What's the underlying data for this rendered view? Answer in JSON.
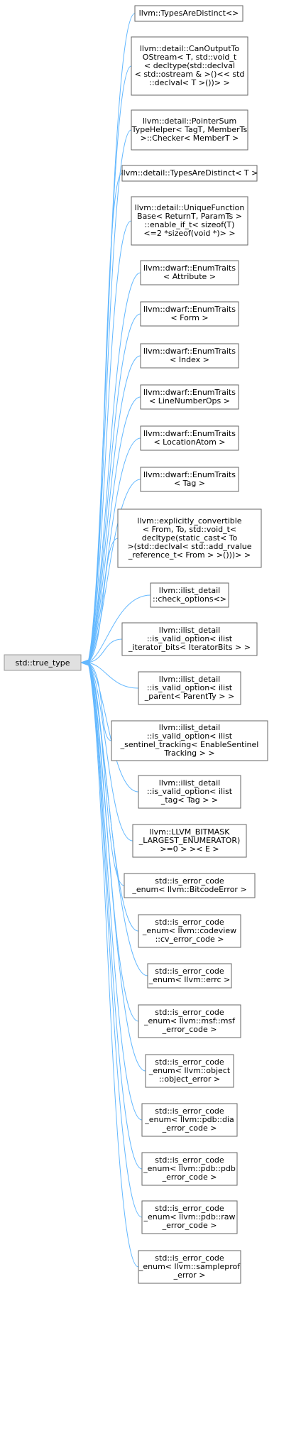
{
  "root": {
    "label": "std::true_type"
  },
  "nodes": [
    {
      "name": "types-are-distinct",
      "lines": [
        "llvm::TypesAreDistinct<>"
      ]
    },
    {
      "name": "can-output-to-ostream",
      "lines": [
        "llvm::detail::CanOutputTo",
        "OStream< T, std::void_t",
        "< decltype(std::declval",
        "< std::ostream & >()<< std",
        "::declval< T >())> >"
      ]
    },
    {
      "name": "pointer-sum-type-helper",
      "lines": [
        "llvm::detail::PointerSum",
        "TypeHelper< TagT, MemberTs",
        ">::Checker< MemberT >"
      ]
    },
    {
      "name": "types-are-distinct-t",
      "lines": [
        "llvm::detail::TypesAreDistinct< T >"
      ]
    },
    {
      "name": "unique-function-base",
      "lines": [
        "llvm::detail::UniqueFunction",
        "Base< ReturnT, ParamTs >",
        "::enable_if_t< sizeof(T)",
        "<=2 *sizeof(void *)> >"
      ]
    },
    {
      "name": "enum-traits-attribute",
      "lines": [
        "llvm::dwarf::EnumTraits",
        "< Attribute >"
      ]
    },
    {
      "name": "enum-traits-form",
      "lines": [
        "llvm::dwarf::EnumTraits",
        "< Form >"
      ]
    },
    {
      "name": "enum-traits-index",
      "lines": [
        "llvm::dwarf::EnumTraits",
        "< Index >"
      ]
    },
    {
      "name": "enum-traits-line-number-ops",
      "lines": [
        "llvm::dwarf::EnumTraits",
        "< LineNumberOps >"
      ]
    },
    {
      "name": "enum-traits-location-atom",
      "lines": [
        "llvm::dwarf::EnumTraits",
        "< LocationAtom >"
      ]
    },
    {
      "name": "enum-traits-tag",
      "lines": [
        "llvm::dwarf::EnumTraits",
        "< Tag >"
      ]
    },
    {
      "name": "explicitly-convertible",
      "lines": [
        "llvm::explicitly_convertible",
        "< From, To, std::void_t<",
        "decltype(static_cast< To",
        ">(std::declval< std::add_rvalue",
        "_reference_t< From > >()))> >"
      ]
    },
    {
      "name": "check-options",
      "lines": [
        "llvm::ilist_detail",
        "::check_options<>"
      ]
    },
    {
      "name": "is-valid-option-iterator-bits",
      "lines": [
        "llvm::ilist_detail",
        "::is_valid_option< ilist",
        "_iterator_bits< IteratorBits > >"
      ]
    },
    {
      "name": "is-valid-option-parent",
      "lines": [
        "llvm::ilist_detail",
        "::is_valid_option< ilist",
        "_parent< ParentTy > >"
      ]
    },
    {
      "name": "is-valid-option-sentinel-tracking",
      "lines": [
        "llvm::ilist_detail",
        "::is_valid_option< ilist",
        "_sentinel_tracking< EnableSentinel",
        "Tracking > >"
      ]
    },
    {
      "name": "is-valid-option-tag",
      "lines": [
        "llvm::ilist_detail",
        "::is_valid_option< ilist",
        "_tag< Tag > >"
      ]
    },
    {
      "name": "llvm-bitmask-largest-enumerator",
      "lines": [
        "llvm::LLVM_BITMASK",
        "_LARGEST_ENUMERATOR)",
        ">=0 > >< E >"
      ]
    },
    {
      "name": "is-error-code-enum-bitcode-error",
      "lines": [
        "std::is_error_code",
        "_enum< llvm::BitcodeError >"
      ]
    },
    {
      "name": "is-error-code-enum-cv-error-code",
      "lines": [
        "std::is_error_code",
        "_enum< llvm::codeview",
        "::cv_error_code >"
      ]
    },
    {
      "name": "is-error-code-enum-errc",
      "lines": [
        "std::is_error_code",
        "_enum< llvm::errc >"
      ]
    },
    {
      "name": "is-error-code-enum-msf-error-code",
      "lines": [
        "std::is_error_code",
        "_enum< llvm::msf::msf",
        "_error_code >"
      ]
    },
    {
      "name": "is-error-code-enum-object-error",
      "lines": [
        "std::is_error_code",
        "_enum< llvm::object",
        "::object_error >"
      ]
    },
    {
      "name": "is-error-code-enum-dia-error-code",
      "lines": [
        "std::is_error_code",
        "_enum< llvm::pdb::dia",
        "_error_code >"
      ]
    },
    {
      "name": "is-error-code-enum-pdb-error-code",
      "lines": [
        "std::is_error_code",
        "_enum< llvm::pdb::pdb",
        "_error_code >"
      ]
    },
    {
      "name": "is-error-code-enum-raw-error-code",
      "lines": [
        "std::is_error_code",
        "_enum< llvm::pdb::raw",
        "_error_code >"
      ]
    },
    {
      "name": "is-error-code-enum-sampleprof-error",
      "lines": [
        "std::is_error_code",
        "_enum< llvm::sampleprof",
        "_error >"
      ]
    }
  ]
}
